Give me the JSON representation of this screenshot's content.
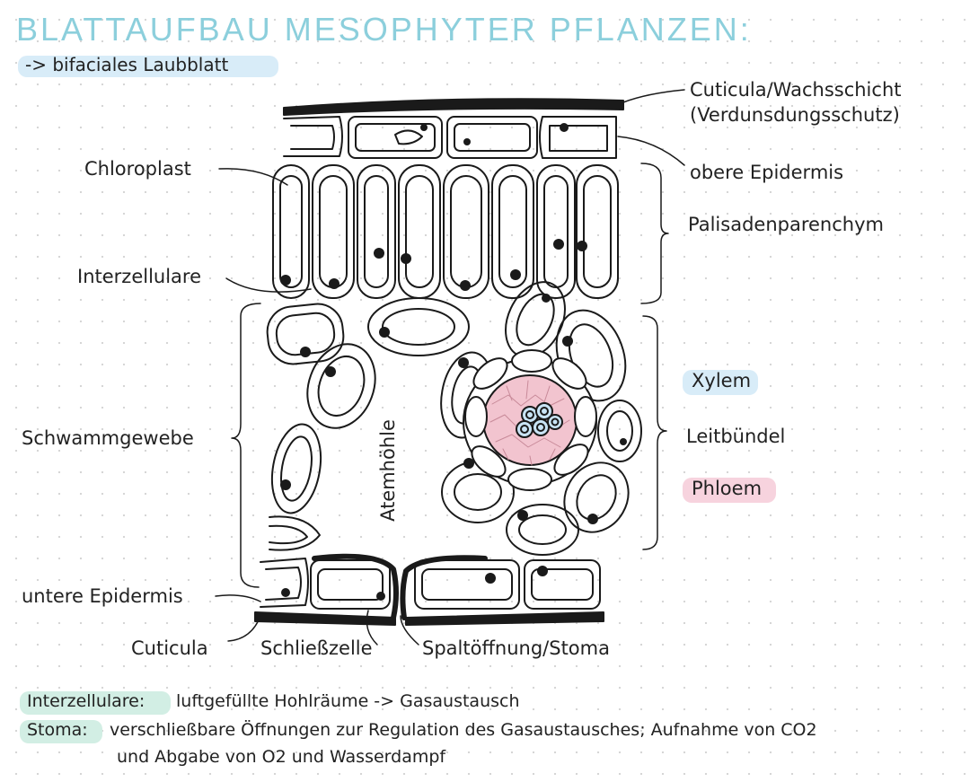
{
  "title": "BLATTAUFBAU MESOPHYTER PFLANZEN:",
  "subtitle": "-> bifaciales Laubblatt",
  "labels": {
    "cuticula_top": "Cuticula/Wachsschicht",
    "cuticula_top_note": "(Verdunsdungsschutz)",
    "obere_epidermis": "obere Epidermis",
    "palisaden": "Palisadenparenchym",
    "chloroplast": "Chloroplast",
    "interzellulare": "Interzellulare",
    "xylem": "Xylem",
    "leitbuendel": "Leitbündel",
    "phloem": "Phloem",
    "schwammgewebe": "Schwammgewebe",
    "atemhoehle": "Atemhöhle",
    "untere_epidermis": "untere Epidermis",
    "cuticula_bottom": "Cuticula",
    "schliesszelle": "Schließzelle",
    "spaltoeffnung": "Spaltöffnung/Stoma"
  },
  "notes": {
    "term1": "Interzellulare:",
    "text1": "luftgefüllte Hohlräume -> Gasaustausch",
    "term2": "Stoma:",
    "text2": "verschließbare Öffnungen zur Regulation des Gasaustausches; Aufnahme von CO2",
    "text3": "und Abgabe von O2 und Wasserdampf"
  },
  "colors": {
    "title": "#8ccfdc",
    "highlight_blue": "#d8ecf8",
    "highlight_pink": "#f7d3de",
    "highlight_green": "#d2eee4",
    "phloem_fill": "#f2c4cf",
    "xylem_fill": "#c9e4f5",
    "ink": "#1a1a1a"
  }
}
